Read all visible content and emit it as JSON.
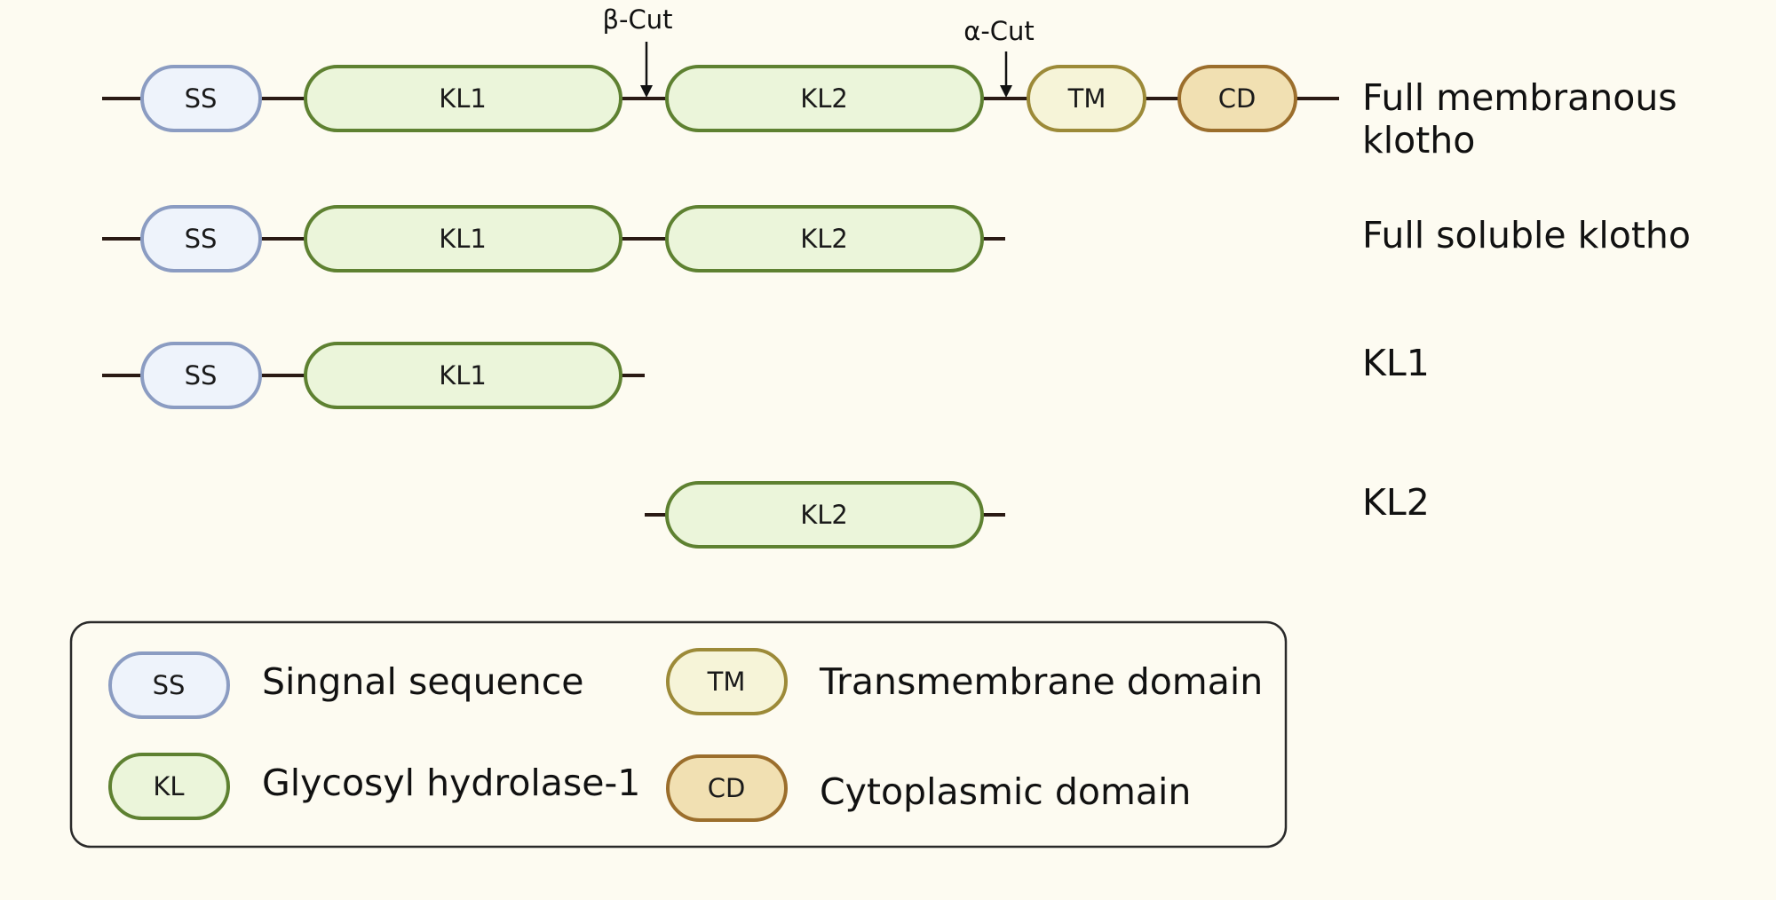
{
  "colors": {
    "ss": {
      "fill": "#eef3fb",
      "stroke": "#8b9cc2"
    },
    "kl": {
      "fill": "#ebf5da",
      "stroke": "#5e8131"
    },
    "tm": {
      "fill": "#f6f4d8",
      "stroke": "#9c8a38"
    },
    "cd": {
      "fill": "#f1e0b2",
      "stroke": "#9b6e2c"
    },
    "line": "#2a1a14"
  },
  "cuts": {
    "beta": "β-Cut",
    "alpha": "α-Cut"
  },
  "rows": [
    {
      "label_lines": [
        "Full membranous",
        "klotho"
      ],
      "domains": [
        {
          "type": "ss",
          "label": "SS"
        },
        {
          "type": "kl",
          "label": "KL1"
        },
        {
          "type": "kl",
          "label": "KL2"
        },
        {
          "type": "tm",
          "label": "TM"
        },
        {
          "type": "cd",
          "label": "CD"
        }
      ]
    },
    {
      "label_lines": [
        "Full soluble klotho"
      ],
      "domains": [
        {
          "type": "ss",
          "label": "SS"
        },
        {
          "type": "kl",
          "label": "KL1"
        },
        {
          "type": "kl",
          "label": "KL2"
        }
      ]
    },
    {
      "label_lines": [
        "KL1"
      ],
      "domains": [
        {
          "type": "ss",
          "label": "SS"
        },
        {
          "type": "kl",
          "label": "KL1"
        }
      ]
    },
    {
      "label_lines": [
        "KL2"
      ],
      "domains": [
        {
          "type": "kl",
          "label": "KL2"
        }
      ]
    }
  ],
  "legend": [
    {
      "type": "ss",
      "label": "SS",
      "text": "Singnal sequence"
    },
    {
      "type": "tm",
      "label": "TM",
      "text": "Transmembrane domain"
    },
    {
      "type": "kl",
      "label": "KL",
      "text": "Glycosyl hydrolase-1"
    },
    {
      "type": "cd",
      "label": "CD",
      "text": "Cytoplasmic domain"
    }
  ]
}
